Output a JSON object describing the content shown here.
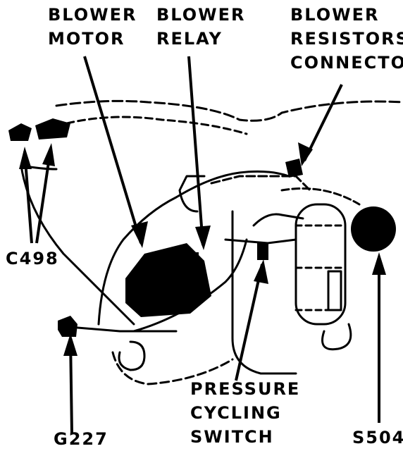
{
  "labels": {
    "blower_motor": [
      "BLOWER",
      "MOTOR"
    ],
    "blower_relay": [
      "BLOWER",
      "RELAY"
    ],
    "blower_resistors_connector": [
      "BLOWER",
      "RESISTORS",
      "CONNECTOR"
    ],
    "c498": "C498",
    "g227": "G227",
    "pressure_cycling_switch": [
      "PRESSURE",
      "CYCLING",
      "SWITCH"
    ],
    "s504": "S504"
  }
}
